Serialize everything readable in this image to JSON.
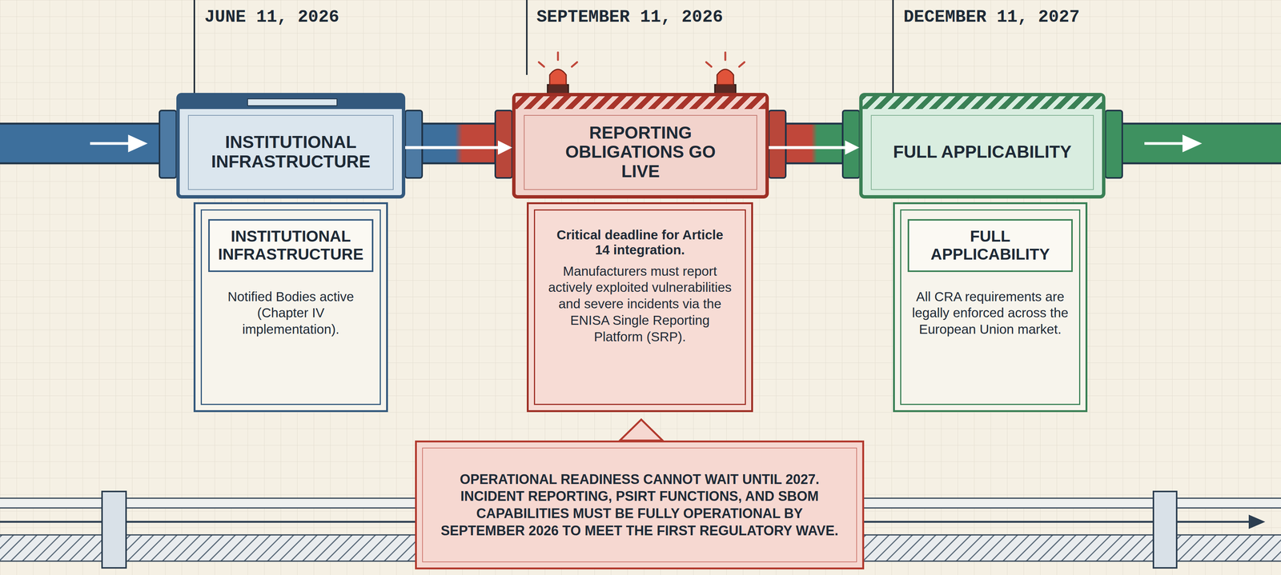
{
  "diagram": {
    "nodes": [
      {
        "text": [
          "INSTITUTIONAL INFRASTRUCTURE"
        ]
      },
      {
        "text": [
          "INSTITUTIONAL INFRASTRUCTURE",
          "Notified Bodies active (Chapter IV implementation)."
        ]
      },
      {
        "text": [
          "REPORTING OBLIGATIONS GO LIVE"
        ]
      },
      {
        "text": [
          "Critical deadline for Article 14 integration.",
          "Manufacturers must report actively exploited vulnerabilities and severe incidents via the ENISA Single Reporting Platform (SRP)."
        ]
      },
      {
        "text": [
          "FULL APPLICABILITY"
        ]
      },
      {
        "text": [
          "FULL APPLICABILITY",
          "All CRA requirements are legally enforced across the European Union market."
        ]
      },
      {
        "text": [
          "OPERATIONAL READINESS CANNOT WAIT UNTIL 2027. INCIDENT REPORTING, PSIRT FUNCTIONS, AND SBOM CAPABILITIES MUST BE FULLY OPERATIONAL BY SEPTEMBER 2026 TO MEET THE FIRST REGULATORY WAVE."
        ]
      }
    ],
    "edges": [
      {
        "from": 0,
        "to": 2,
        "arrow": "to"
      },
      {
        "from": 2,
        "to": 4,
        "arrow": "to"
      }
    ],
    "labels": [
      "JUNE 11, 2026",
      "SEPTEMBER 11, 2026",
      "DECEMBER 11, 2027"
    ]
  }
}
